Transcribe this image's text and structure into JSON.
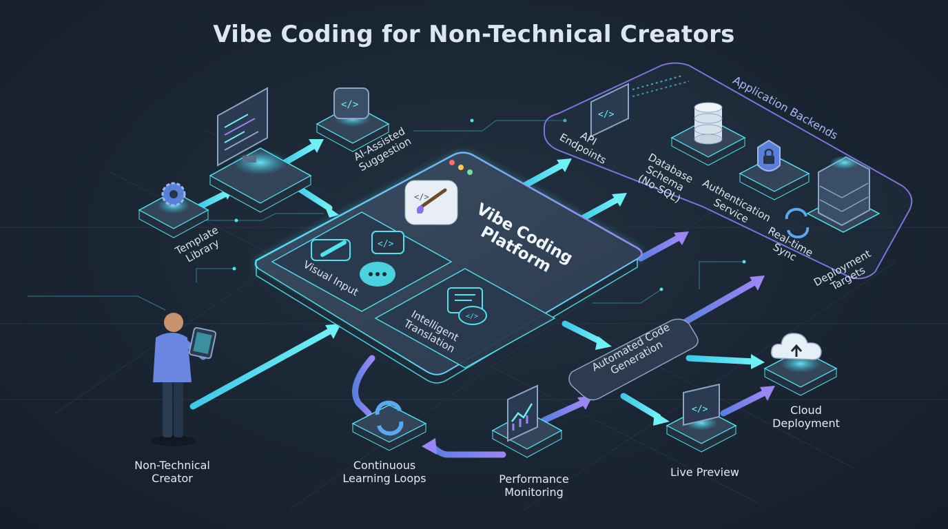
{
  "diagram": {
    "title": "Vibe Coding for Non-Technical Creators",
    "platform": {
      "name": "Vibe Coding\nPlatform",
      "visual_input": "Visual Input",
      "intelligent_translation": "Intelligent\nTranslation"
    },
    "nodes": {
      "template_library": "Template\nLibrary",
      "ai_assisted_suggestion": "AI-Assisted\nSuggestion",
      "non_technical_creator": "Non-Technical\nCreator",
      "continuous_learning_loops": "Continuous\nLearning Loops",
      "performance_monitoring": "Performance\nMonitoring",
      "automated_code_generation": "Automated Code\nGeneration",
      "live_preview": "Live Preview",
      "cloud_deployment": "Cloud\nDeployment"
    },
    "backends": {
      "group_label": "Application Backends",
      "api_endpoints": "API\nEndpoints",
      "database_schema": "Database\nSchema\n(No-SQL)",
      "authentication_service": "Authentication\nService",
      "realtime_sync": "Real-time\nSync",
      "deployment_targets": "Deployment\nTargets"
    },
    "icons": {
      "gear": "gear-icon",
      "monitor": "monitor-icon",
      "code": "code-icon",
      "brush": "brush-icon",
      "chat": "chat-icon",
      "refresh": "refresh-icon",
      "chart": "chart-icon",
      "cloud": "cloud-upload-icon",
      "database": "database-icon",
      "lock": "lock-icon",
      "server": "server-icon",
      "person": "person-icon"
    },
    "colors": {
      "background": "#1a2532",
      "cyan": "#4fe3f0",
      "purple": "#8b7cf0",
      "panel": "#2f3f52",
      "text": "#e3ecf2"
    }
  }
}
